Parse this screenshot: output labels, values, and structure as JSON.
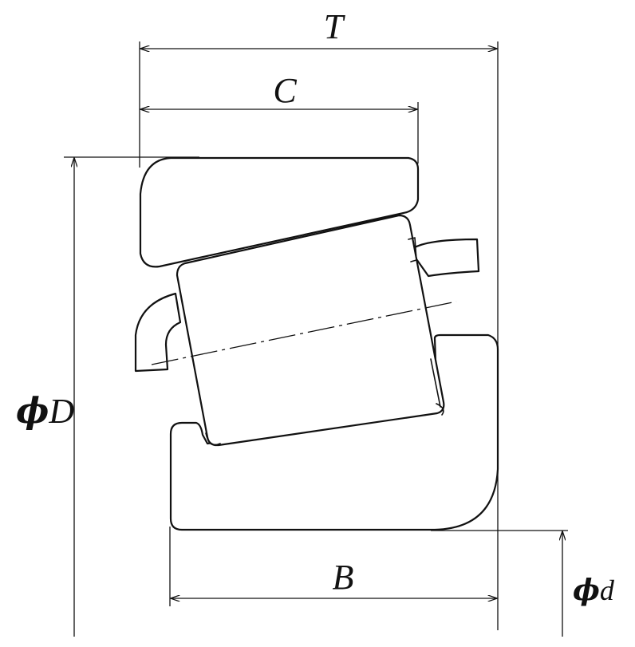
{
  "labels": {
    "T": "T",
    "C": "C",
    "B": "B",
    "phi_symbol": "ϕ",
    "D": "D",
    "d": "d"
  },
  "colors": {
    "line": "#111111",
    "background": "#ffffff"
  }
}
